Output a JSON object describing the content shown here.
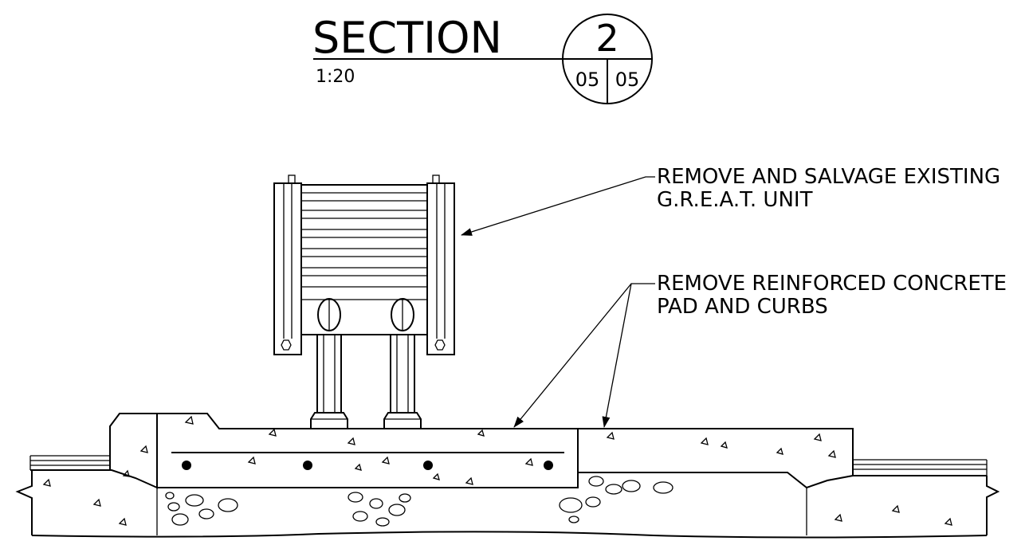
{
  "title_block": {
    "title": "SECTION",
    "scale": "1:20",
    "section_number": "2",
    "sheet_left": "05",
    "sheet_right": "05"
  },
  "callouts": [
    {
      "line1": "REMOVE AND SALVAGE EXISTING",
      "line2": "G.R.E.A.T. UNIT"
    },
    {
      "line1": "REMOVE REINFORCED CONCRETE",
      "line2": "PAD AND CURBS"
    }
  ]
}
